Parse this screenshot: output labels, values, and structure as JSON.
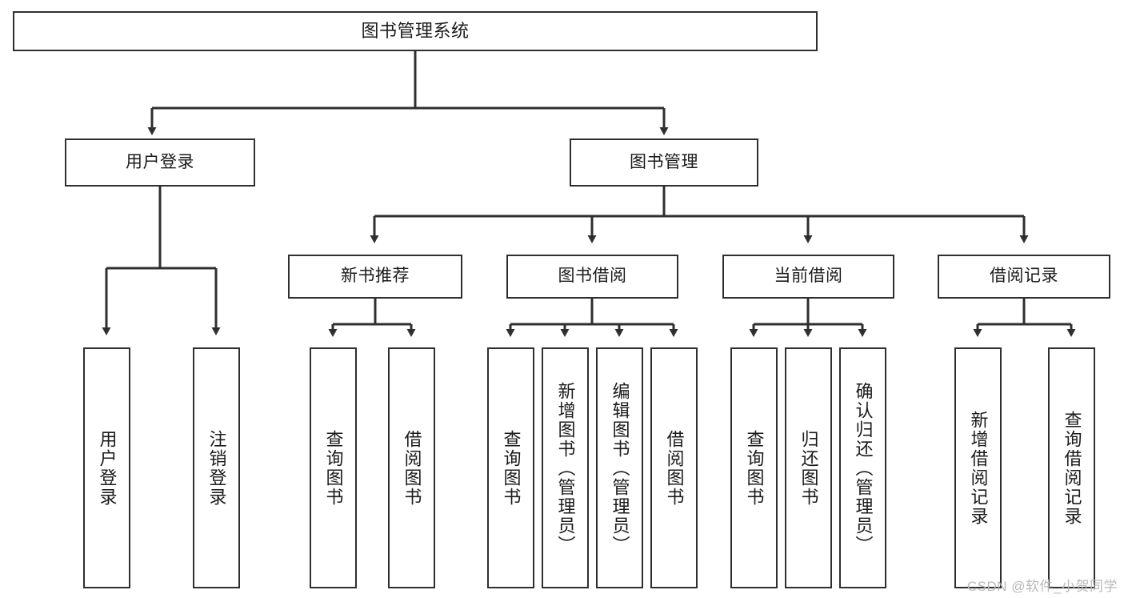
{
  "diagram": {
    "title": "图书管理系统",
    "root": {
      "label": "图书管理系统"
    },
    "level1": [
      {
        "label": "用户登录"
      },
      {
        "label": "图书管理"
      }
    ],
    "level2": [
      {
        "label": "新书推荐"
      },
      {
        "label": "图书借阅"
      },
      {
        "label": "当前借阅"
      },
      {
        "label": "借阅记录"
      }
    ],
    "leaves": [
      {
        "label": "用户登录",
        "parent": "用户登录"
      },
      {
        "label": "注销登录",
        "parent": "用户登录"
      },
      {
        "label": "查询图书",
        "parent": "新书推荐"
      },
      {
        "label": "借阅图书",
        "parent": "新书推荐"
      },
      {
        "label": "查询图书",
        "parent": "图书借阅"
      },
      {
        "label": "新增图书（管理员）",
        "parent": "图书借阅"
      },
      {
        "label": "编辑图书（管理员）",
        "parent": "图书借阅"
      },
      {
        "label": "借阅图书",
        "parent": "图书借阅"
      },
      {
        "label": "查询图书",
        "parent": "当前借阅"
      },
      {
        "label": "归还图书",
        "parent": "当前借阅"
      },
      {
        "label": "确认归还（管理员）",
        "parent": "当前借阅"
      },
      {
        "label": "新增借阅记录",
        "parent": "借阅记录"
      },
      {
        "label": "查询借阅记录",
        "parent": "借阅记录"
      }
    ]
  },
  "watermark": "CSDN @软件_小贺同学",
  "colors": {
    "stroke": "#2f2f2f",
    "background": "#ffffff",
    "text": "#1b1b1b",
    "watermark": "#b9b9b9"
  }
}
